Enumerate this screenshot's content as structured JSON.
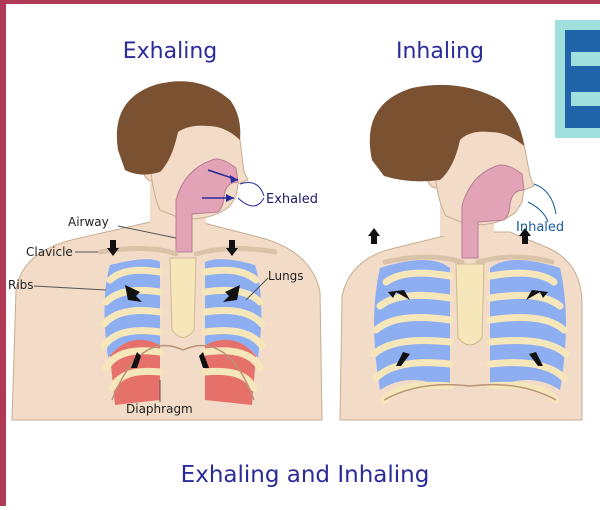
{
  "titles": {
    "left": "Exhaling",
    "right": "Inhaling"
  },
  "caption": "Exhaling and Inhaling",
  "labels": {
    "airway": "Airway",
    "clavicle": "Clavicle",
    "ribs": "Ribs",
    "lungs": "Lungs",
    "diaphragm": "Diaphragm",
    "exhaled": "Exhaled",
    "inhaled": "Inhaled"
  },
  "colors": {
    "border": "#b03a55",
    "title_text": "#2a2a9a",
    "hair": "#7a5131",
    "skin": "#f3dcc7",
    "airway": "#e2a3b7",
    "lung_blue": "#8eaef2",
    "rib": "#f6e7bb",
    "diaphragm_red": "#e3655f",
    "badge": "#9fe0dc",
    "badge_icon": "#1f63a8"
  },
  "icons": {
    "badge": "info-badge-icon"
  }
}
